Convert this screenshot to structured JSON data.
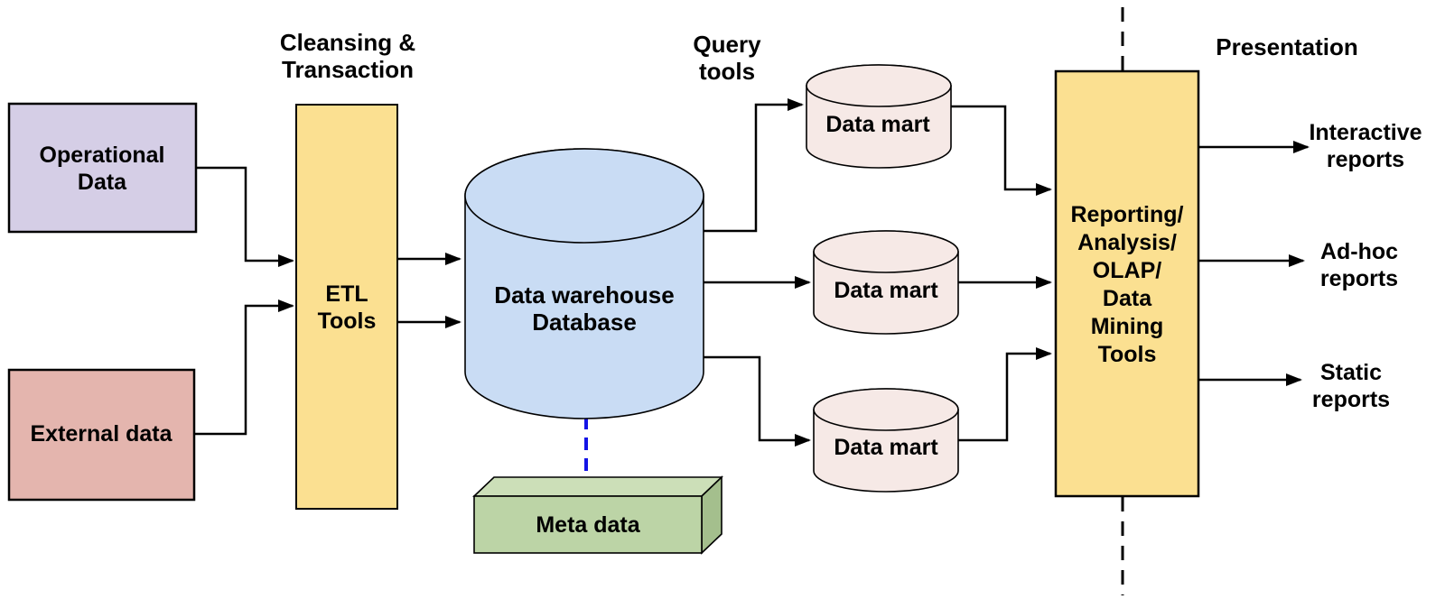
{
  "colors": {
    "background": "#FFFFFF",
    "operational_fill": "#D5CEE6",
    "external_fill": "#E4B5AE",
    "etl_fill": "#FBE091",
    "warehouse_fill": "#C9DCF4",
    "mart_fill": "#F6E9E6",
    "metadata_front": "#BCD4A6",
    "metadata_top": "#CCDFB8",
    "metadata_side": "#A4BF8D",
    "line_color": "#000000",
    "metadata_link_color": "#1414E6",
    "text_color": "#000000"
  },
  "headers": {
    "cleansing": {
      "line1": "Cleansing &",
      "line2": "Transaction"
    },
    "query_tools": {
      "line1": "Query",
      "line2": "tools"
    },
    "presentation": "Presentation"
  },
  "nodes": {
    "operational": {
      "line1": "Operational",
      "line2": "Data"
    },
    "external": {
      "label": "External data"
    },
    "etl": {
      "line1": "ETL",
      "line2": "Tools"
    },
    "warehouse": {
      "line1": "Data warehouse",
      "line2": "Database"
    },
    "metadata": {
      "label": "Meta data"
    },
    "mart1": {
      "label": "Data mart"
    },
    "mart2": {
      "label": "Data mart"
    },
    "mart3": {
      "label": "Data mart"
    },
    "reporting": {
      "line1": "Reporting/",
      "line2": "Analysis/",
      "line3": "OLAP/",
      "line4": "Data",
      "line5": "Mining",
      "line6": "Tools"
    }
  },
  "outputs": {
    "interactive": {
      "line1": "Interactive",
      "line2": "reports"
    },
    "adhoc": {
      "line1": "Ad-hoc",
      "line2": "reports"
    },
    "static": {
      "line1": "Static",
      "line2": "reports"
    }
  }
}
